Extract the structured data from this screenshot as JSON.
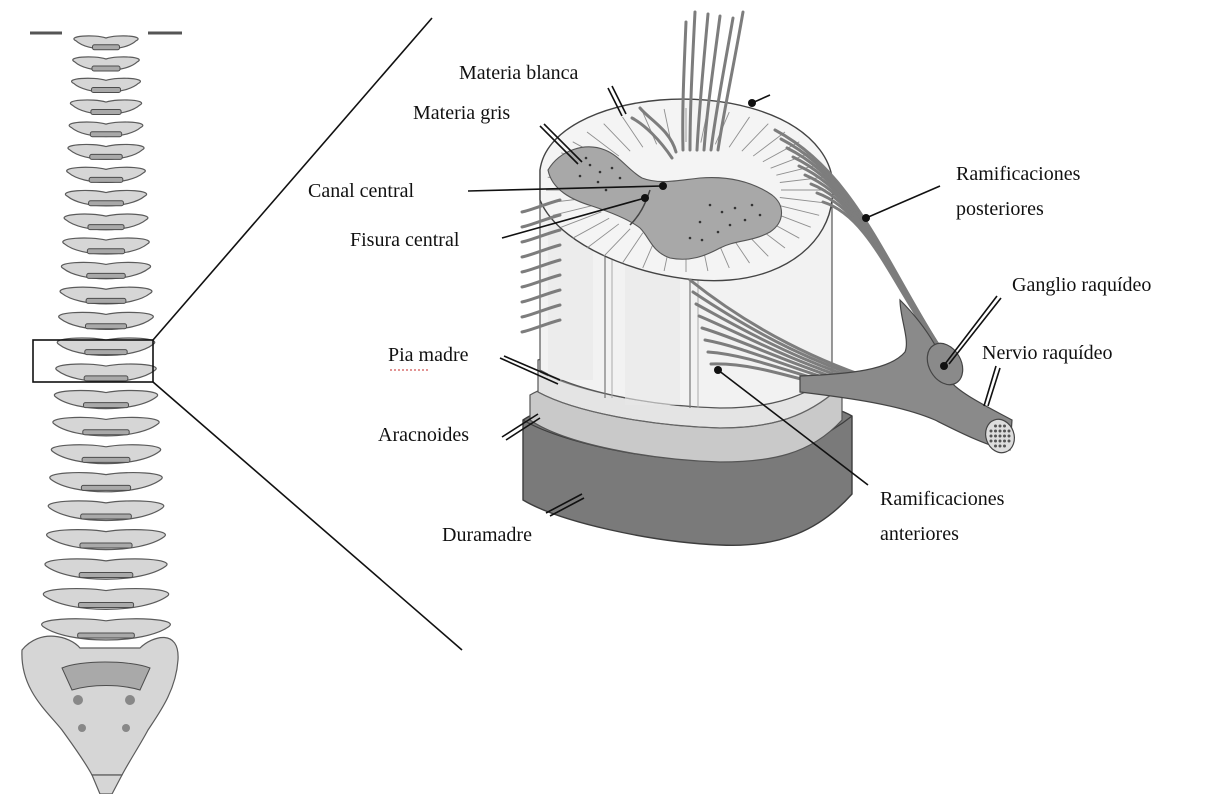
{
  "labels": {
    "materia_blanca": "Materia blanca",
    "materia_gris": "Materia gris",
    "canal_central": "Canal central",
    "fisura_central": "Fisura central",
    "pia_madre": "Pia madre",
    "aracnoides": "Aracnoides",
    "duramadre": "Duramadre",
    "ramificaciones_posteriores_1": "Ramificaciones",
    "ramificaciones_posteriores_2": "posteriores",
    "ganglio_raquideo": "Ganglio raquídeo",
    "nervio_raquideo": "Nervio raquídeo",
    "ramificaciones_anteriores_1": "Ramificaciones",
    "ramificaciones_anteriores_2": "anteriores"
  },
  "colors": {
    "white_matter": "#f2f2f2",
    "grey_matter": "#a8a8a8",
    "pia": "#e4e4e4",
    "arachnoid": "#c9c9c9",
    "dura": "#7a7a7a",
    "nerve": "#8a8a8a",
    "bone": "#d6d6d6"
  }
}
